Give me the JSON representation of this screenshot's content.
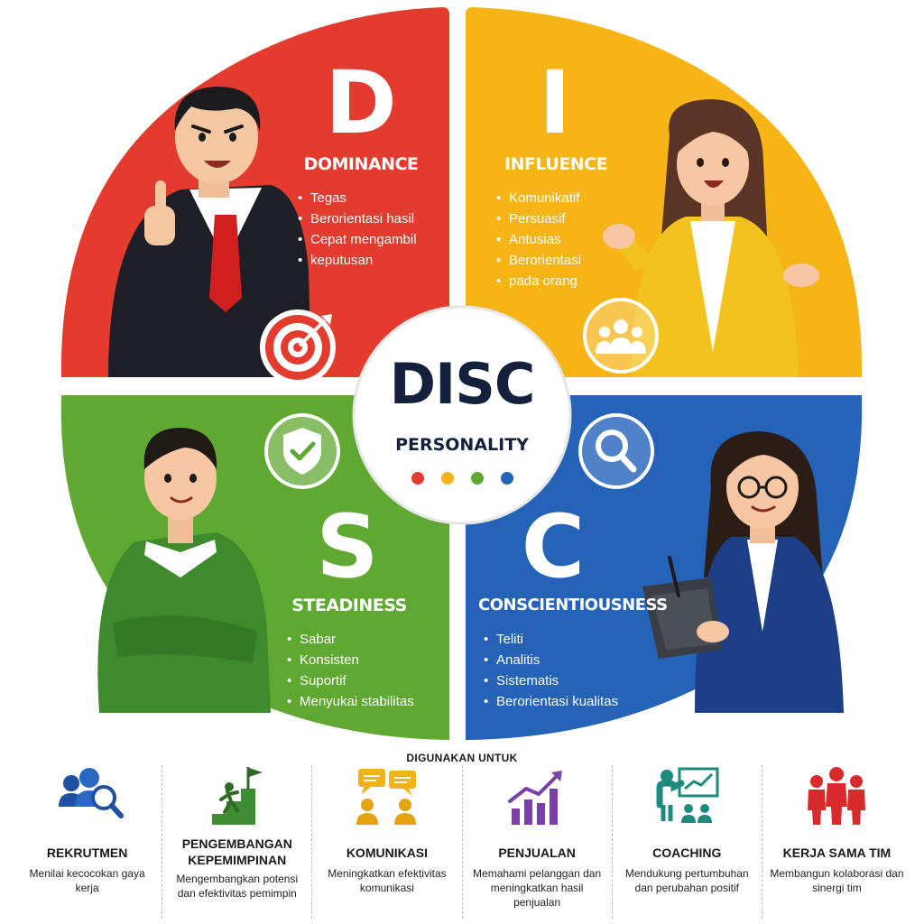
{
  "center": {
    "title": "DISC",
    "subtitle": "PERSONALITY"
  },
  "colors": {
    "dominance": "#e43b2f",
    "influence": "#f6b417",
    "steadiness": "#5fa933",
    "conscientiousness": "#2463b8",
    "navy": "#13213d"
  },
  "quadrants": {
    "dominance": {
      "letter": "D",
      "title": "DOMINANCE",
      "traits": [
        "Tegas",
        "Berorientasi hasil",
        "Cepat mengambil",
        "keputusan"
      ],
      "icon": "target-icon"
    },
    "influence": {
      "letter": "I",
      "title": "INFLUENCE",
      "traits": [
        "Komunikatif",
        "Persuasif",
        "Antusias",
        "Berorientasi",
        "pada orang"
      ],
      "icon": "people-group-icon"
    },
    "steadiness": {
      "letter": "S",
      "title": "STEADINESS",
      "traits": [
        "Sabar",
        "Konsisten",
        "Suportif",
        "Menyukai stabilitas"
      ],
      "icon": "shield-check-icon"
    },
    "conscientiousness": {
      "letter": "C",
      "title": "CONSCIENTIOUSNESS",
      "traits": [
        "Teliti",
        "Analitis",
        "Sistematis",
        "Berorientasi kualitas"
      ],
      "icon": "magnifier-icon"
    }
  },
  "used_for": {
    "heading": "DIGUNAKAN UNTUK",
    "items": [
      {
        "title": "REKRUTMEN",
        "desc": "Menilai kecocokan gaya kerja",
        "icon": "recruit-search-icon"
      },
      {
        "title": "PENGEMBANGAN KEPEMIMPINAN",
        "desc": "Mengembangkan potensi dan efektivitas pemimpin",
        "icon": "leader-stairs-flag-icon"
      },
      {
        "title": "KOMUNIKASI",
        "desc": "Meningkatkan efektivitas komunikasi",
        "icon": "chat-people-icon"
      },
      {
        "title": "PENJUALAN",
        "desc": "Memahami pelanggan dan meningkatkan hasil penjualan",
        "icon": "growth-chart-icon"
      },
      {
        "title": "COACHING",
        "desc": "Mendukung pertumbuhan dan perubahan positif",
        "icon": "coaching-board-icon"
      },
      {
        "title": "KERJA SAMA TIM",
        "desc": "Membangun kolaborasi dan sinergi tim",
        "icon": "team-icon"
      }
    ]
  }
}
